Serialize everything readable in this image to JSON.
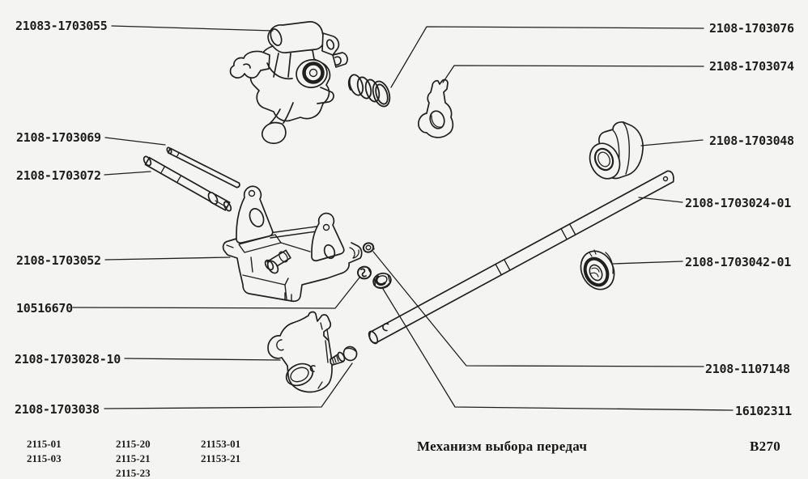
{
  "page": {
    "caption": "Механизм выбора передач",
    "figure_code": "B270",
    "background_color": "#f4f4f2",
    "ink_color": "#202020"
  },
  "part_labels": {
    "selector_lever": "21083-1703055",
    "spring": "2108-1703076",
    "stop_plate": "2108-1703074",
    "bushing": "2108-1703048",
    "selector_shaft": "2108-1703024-01",
    "rod_thin": "2108-1703069",
    "rod_thick": "2108-1703072",
    "seal": "2108-1703042-01",
    "bracket": "2108-1703052",
    "washer": "10516670",
    "fork": "2108-1703028-10",
    "lock_washer": "2108-1107148",
    "screw": "2108-1703038",
    "nut": "16102311"
  },
  "models_table": {
    "col1": [
      "2115-01",
      "2115-03"
    ],
    "col2": [
      "2115-20",
      "2115-21",
      "2115-23"
    ],
    "col3": [
      "21153-01",
      "21153-21"
    ]
  }
}
